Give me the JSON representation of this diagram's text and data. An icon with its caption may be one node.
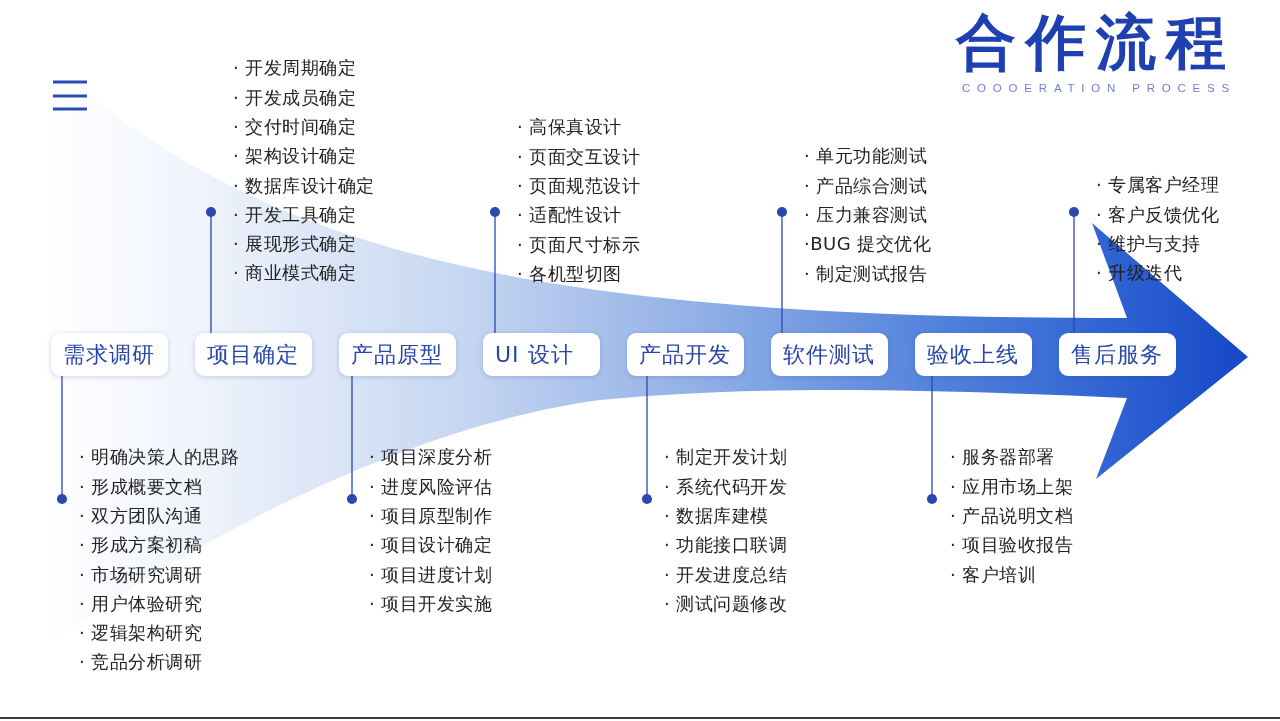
{
  "diagram": {
    "title": "合作流程",
    "nodes": [
      {
        "text": [
          "需求调研"
        ]
      },
      {
        "text": [
          "项目确定"
        ]
      },
      {
        "text": [
          "产品原型"
        ]
      },
      {
        "text": [
          "UI 设计"
        ]
      },
      {
        "text": [
          "产品开发"
        ]
      },
      {
        "text": [
          "软件测试"
        ]
      },
      {
        "text": [
          "验收上线"
        ]
      },
      {
        "text": [
          "售后服务"
        ]
      },
      {
        "text": [
          "· 明确决策人的思路",
          "· 形成概要文档",
          "· 双方团队沟通",
          "· 形成方案初稿",
          "· 市场研究调研",
          "· 用户体验研究",
          "· 逻辑架构研究",
          "· 竞品分析调研"
        ]
      },
      {
        "text": [
          "· 开发周期确定",
          "· 开发成员确定",
          "· 交付时间确定",
          "· 架构设计确定",
          "· 数据库设计确定",
          "· 开发工具确定",
          "· 展现形式确定",
          "· 商业模式确定"
        ]
      },
      {
        "text": [
          "· 项目深度分析",
          "· 进度风险评估",
          "· 项目原型制作",
          "· 项目设计确定",
          "· 项目进度计划",
          "· 项目开发实施"
        ]
      },
      {
        "text": [
          "· 高保真设计",
          "· 页面交互设计",
          "· 页面规范设计",
          "· 适配性设计",
          "· 页面尺寸标示",
          "· 各机型切图"
        ]
      },
      {
        "text": [
          "· 制定开发计划",
          "· 系统代码开发",
          "· 数据库建模",
          "· 功能接口联调",
          "· 开发进度总结",
          "· 测试问题修改"
        ]
      },
      {
        "text": [
          "· 单元功能测试",
          "· 产品综合测试",
          "· 压力兼容测试",
          "·BUG 提交优化",
          "· 制定测试报告"
        ]
      },
      {
        "text": [
          "· 服务器部署",
          "· 应用市场上架",
          "· 产品说明文档",
          "· 项目验收报告",
          "· 客户培训"
        ]
      },
      {
        "text": [
          "· 专属客户经理",
          "· 客户反馈优化",
          "· 维护与支持",
          "· 升级迭代"
        ]
      }
    ],
    "edges": [
      {
        "from": 0,
        "to": 8,
        "arrow": "other"
      },
      {
        "from": 1,
        "to": 9,
        "arrow": "other"
      },
      {
        "from": 2,
        "to": 10,
        "arrow": "other"
      },
      {
        "from": 3,
        "to": 11,
        "arrow": "other"
      },
      {
        "from": 4,
        "to": 12,
        "arrow": "other"
      },
      {
        "from": 5,
        "to": 13,
        "arrow": "other"
      },
      {
        "from": 6,
        "to": 14,
        "arrow": "other"
      },
      {
        "from": 7,
        "to": 15,
        "arrow": "other"
      }
    ],
    "labels": [
      "COOOERATION PROCESS"
    ]
  }
}
